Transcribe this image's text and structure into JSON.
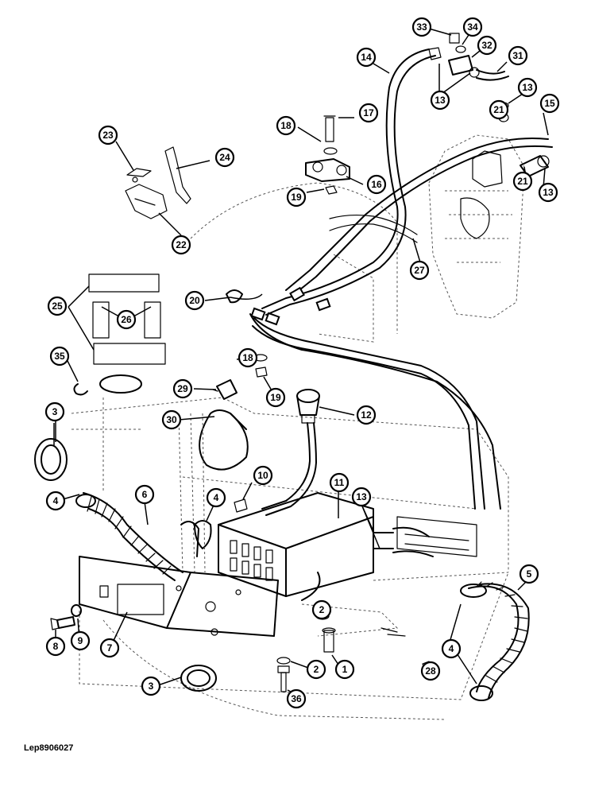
{
  "reference_code": "Lep8906027",
  "callouts": [
    {
      "num": "1"
    },
    {
      "num": "2"
    },
    {
      "num": "2"
    },
    {
      "num": "3"
    },
    {
      "num": "3"
    },
    {
      "num": "4"
    },
    {
      "num": "4"
    },
    {
      "num": "4"
    },
    {
      "num": "5"
    },
    {
      "num": "6"
    },
    {
      "num": "7"
    },
    {
      "num": "8"
    },
    {
      "num": "9"
    },
    {
      "num": "10"
    },
    {
      "num": "11"
    },
    {
      "num": "12"
    },
    {
      "num": "13"
    },
    {
      "num": "13"
    },
    {
      "num": "13"
    },
    {
      "num": "13"
    },
    {
      "num": "14"
    },
    {
      "num": "15"
    },
    {
      "num": "16"
    },
    {
      "num": "17"
    },
    {
      "num": "18"
    },
    {
      "num": "18"
    },
    {
      "num": "19"
    },
    {
      "num": "19"
    },
    {
      "num": "20"
    },
    {
      "num": "21"
    },
    {
      "num": "21"
    },
    {
      "num": "22"
    },
    {
      "num": "23"
    },
    {
      "num": "24"
    },
    {
      "num": "25"
    },
    {
      "num": "26"
    },
    {
      "num": "27"
    },
    {
      "num": "28"
    },
    {
      "num": "29"
    },
    {
      "num": "30"
    },
    {
      "num": "31"
    },
    {
      "num": "32"
    },
    {
      "num": "33"
    },
    {
      "num": "34"
    },
    {
      "num": "35"
    },
    {
      "num": "36"
    }
  ]
}
